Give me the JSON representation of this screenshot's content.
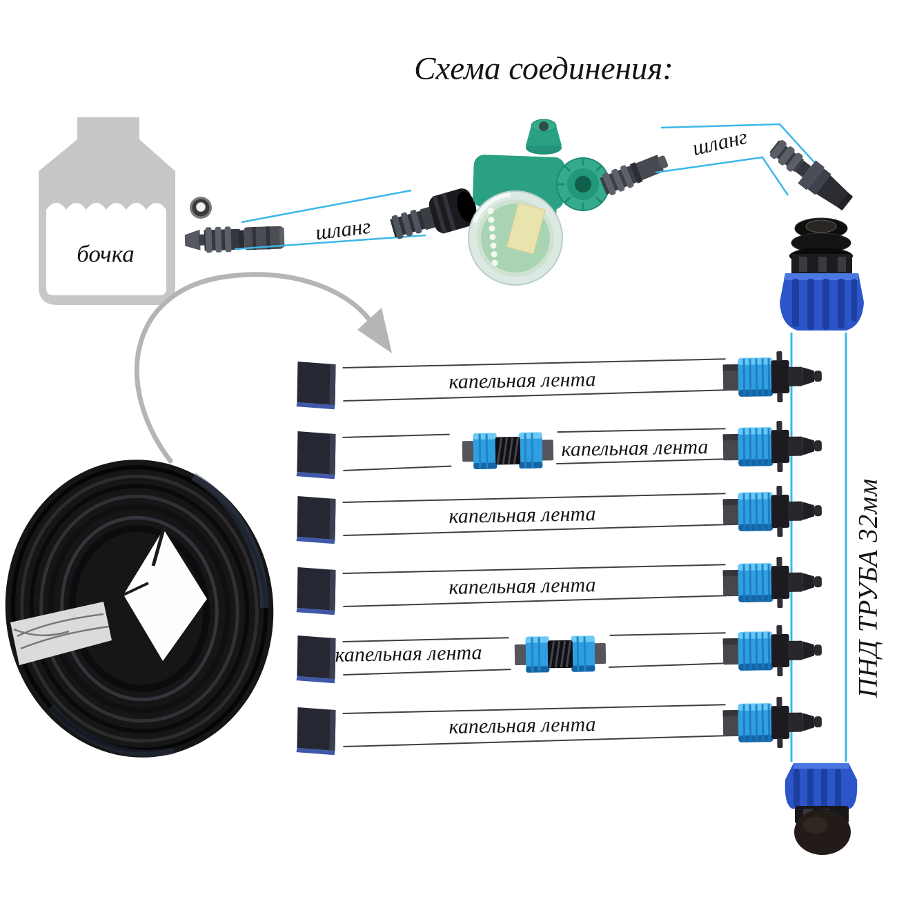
{
  "title": "Схема соединения:",
  "barrel": {
    "label": "бочка"
  },
  "hose": {
    "left_label": "шланг",
    "right_label": "шланг"
  },
  "pipe": {
    "label": "ПНД ТРУБА 32мм",
    "diameter": "32мм"
  },
  "rows": [
    {
      "label": "капельная лента",
      "has_coupler": false
    },
    {
      "label": "капельная лента",
      "has_coupler": true
    },
    {
      "label": "капельная лента",
      "has_coupler": false
    },
    {
      "label": "капельная лента",
      "has_coupler": false
    },
    {
      "label": "капельная лента",
      "has_coupler": true
    },
    {
      "label": "капельная лента",
      "has_coupler": false
    }
  ],
  "colors": {
    "accent_line": "#3bb7e8",
    "timer_green": "#2aa183",
    "timer_green_light": "#35ab8d",
    "tape_fitting_blue": "#2f9fe2",
    "pipe_fitting_blue": "#2b55c8",
    "barrel_gray": "#c7c7c7",
    "arrow_gray": "#b5b5b5",
    "tape_line": "#3f3f3f"
  }
}
